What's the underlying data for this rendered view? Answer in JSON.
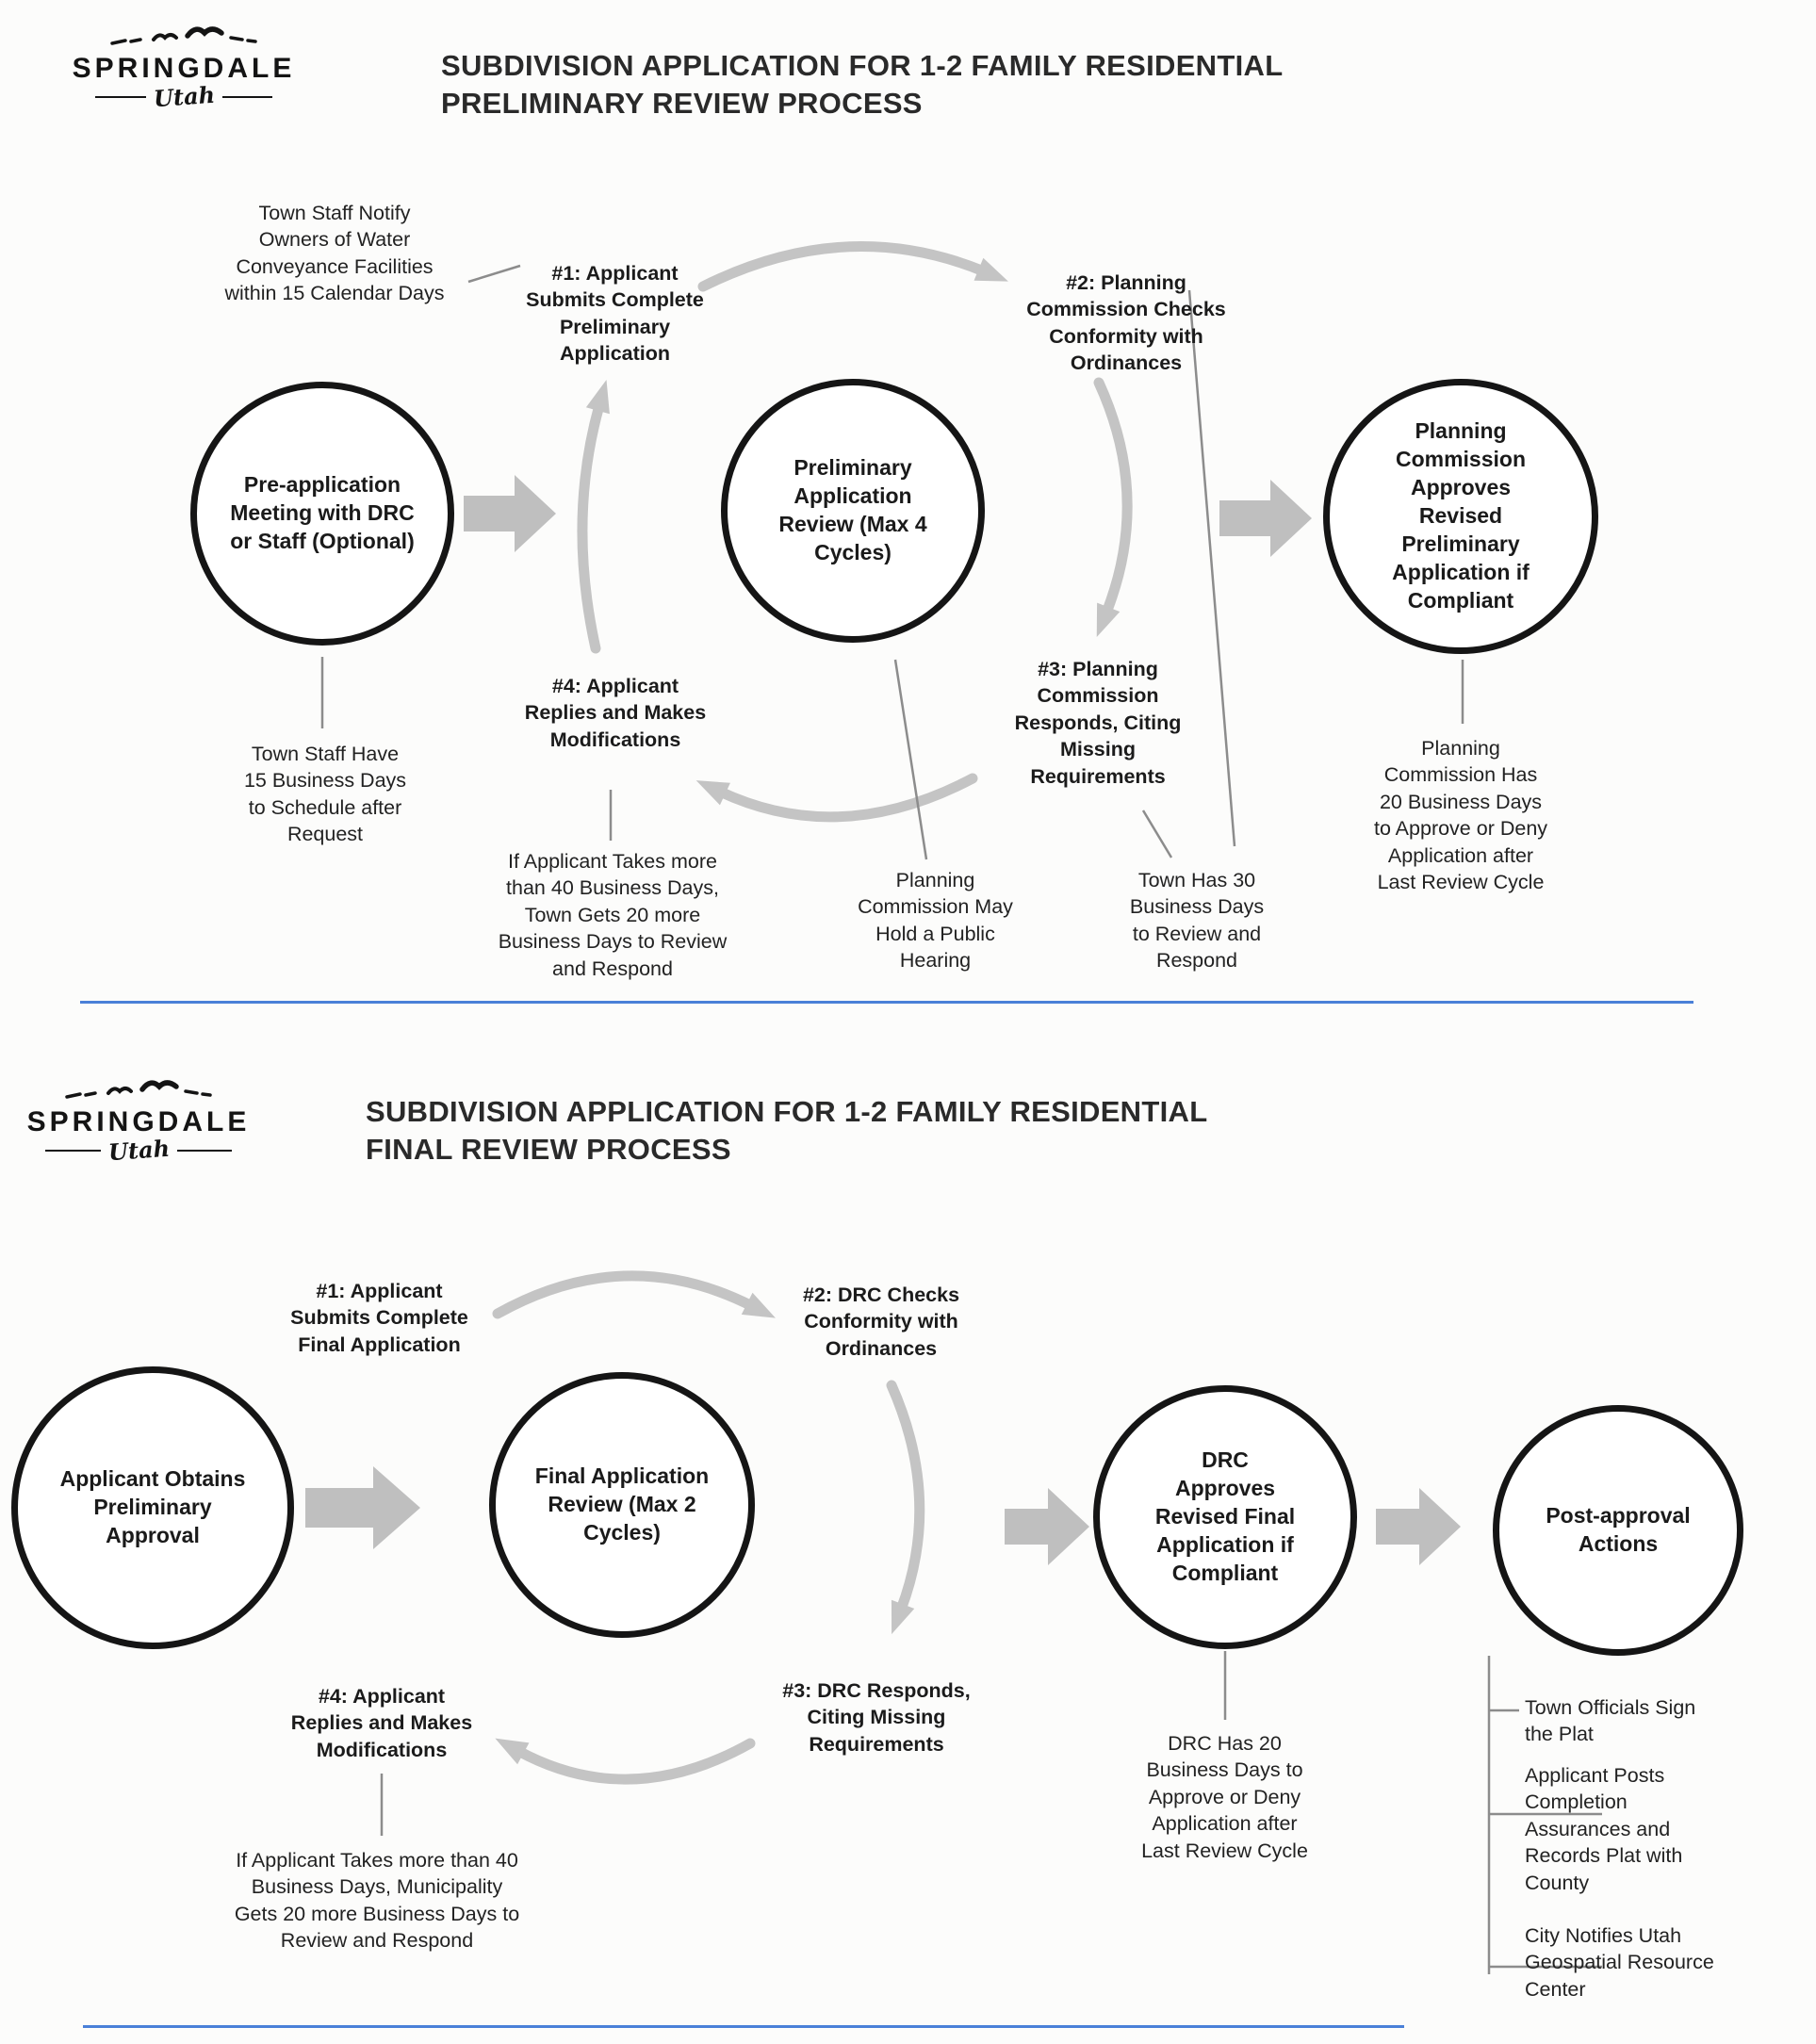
{
  "colors": {
    "ink": "#1d1d1d",
    "cycle_arrow": "#c4c4c4",
    "block_arrow": "#bfbfbf",
    "divider_blue": "#4a80d8"
  },
  "brand": {
    "wordmark": "SPRINGDALE",
    "tagline": "Utah"
  },
  "preliminary": {
    "title_line1": "SUBDIVISION APPLICATION FOR 1-2 FAMILY RESIDENTIAL",
    "title_emphasis": "PRELIMINARY",
    "title_line2_rest": "REVIEW PROCESS",
    "circles": {
      "pre_application": "Pre-application Meeting with DRC or Staff (Optional)",
      "review": "Preliminary Application Review (Max 4 Cycles)",
      "approval": "Planning Commission Approves Revised Preliminary Application if Compliant"
    },
    "cycle_steps": {
      "step1": "#1: Applicant Submits Complete Preliminary Application",
      "step2": "#2: Planning Commission Checks Conformity with Ordinances",
      "step3": "#3: Planning Commission Responds, Citing Missing Requirements",
      "step4": "#4: Applicant Replies and Makes Modifications"
    },
    "annotations": {
      "water_notice": "Town Staff Notify Owners of Water Conveyance Facilities within 15 Calendar Days",
      "schedule": "Town Staff Have 15 Business Days to Schedule after Request",
      "forty_days": "If Applicant Takes more than 40 Business Days, Town Gets 20 more Business Days to Review and Respond",
      "public_hearing": "Planning Commission May Hold a Public Hearing",
      "thirty_days": "Town Has 30 Business Days to Review and Respond",
      "twenty_days": "Planning Commission Has 20 Business Days to Approve or Deny Application after Last Review Cycle"
    }
  },
  "final": {
    "title_line1": "SUBDIVISION APPLICATION FOR 1-2 FAMILY RESIDENTIAL",
    "title_emphasis": "FINAL",
    "title_line2_rest": "REVIEW PROCESS",
    "circles": {
      "preliminary_approval": "Applicant Obtains Preliminary Approval",
      "review": "Final Application Review (Max 2 Cycles)",
      "approval": "DRC Approves Revised Final Application if Compliant",
      "post_approval": "Post-approval Actions"
    },
    "cycle_steps": {
      "step1": "#1: Applicant Submits Complete Final Application",
      "step2": "#2: DRC Checks Conformity with Ordinances",
      "step3": "#3: DRC Responds, Citing Missing Requirements",
      "step4": "#4: Applicant Replies and Makes Modifications"
    },
    "annotations": {
      "forty_days": "If Applicant Takes more than 40 Business Days, Municipality Gets 20 more Business Days to Review and Respond",
      "twenty_days": "DRC Has 20 Business Days to Approve or Deny Application after Last Review Cycle"
    },
    "post_actions": [
      "Town Officials Sign the Plat",
      "Applicant Posts Completion Assurances and Records Plat with County",
      "City Notifies Utah Geospatial Resource Center"
    ]
  }
}
